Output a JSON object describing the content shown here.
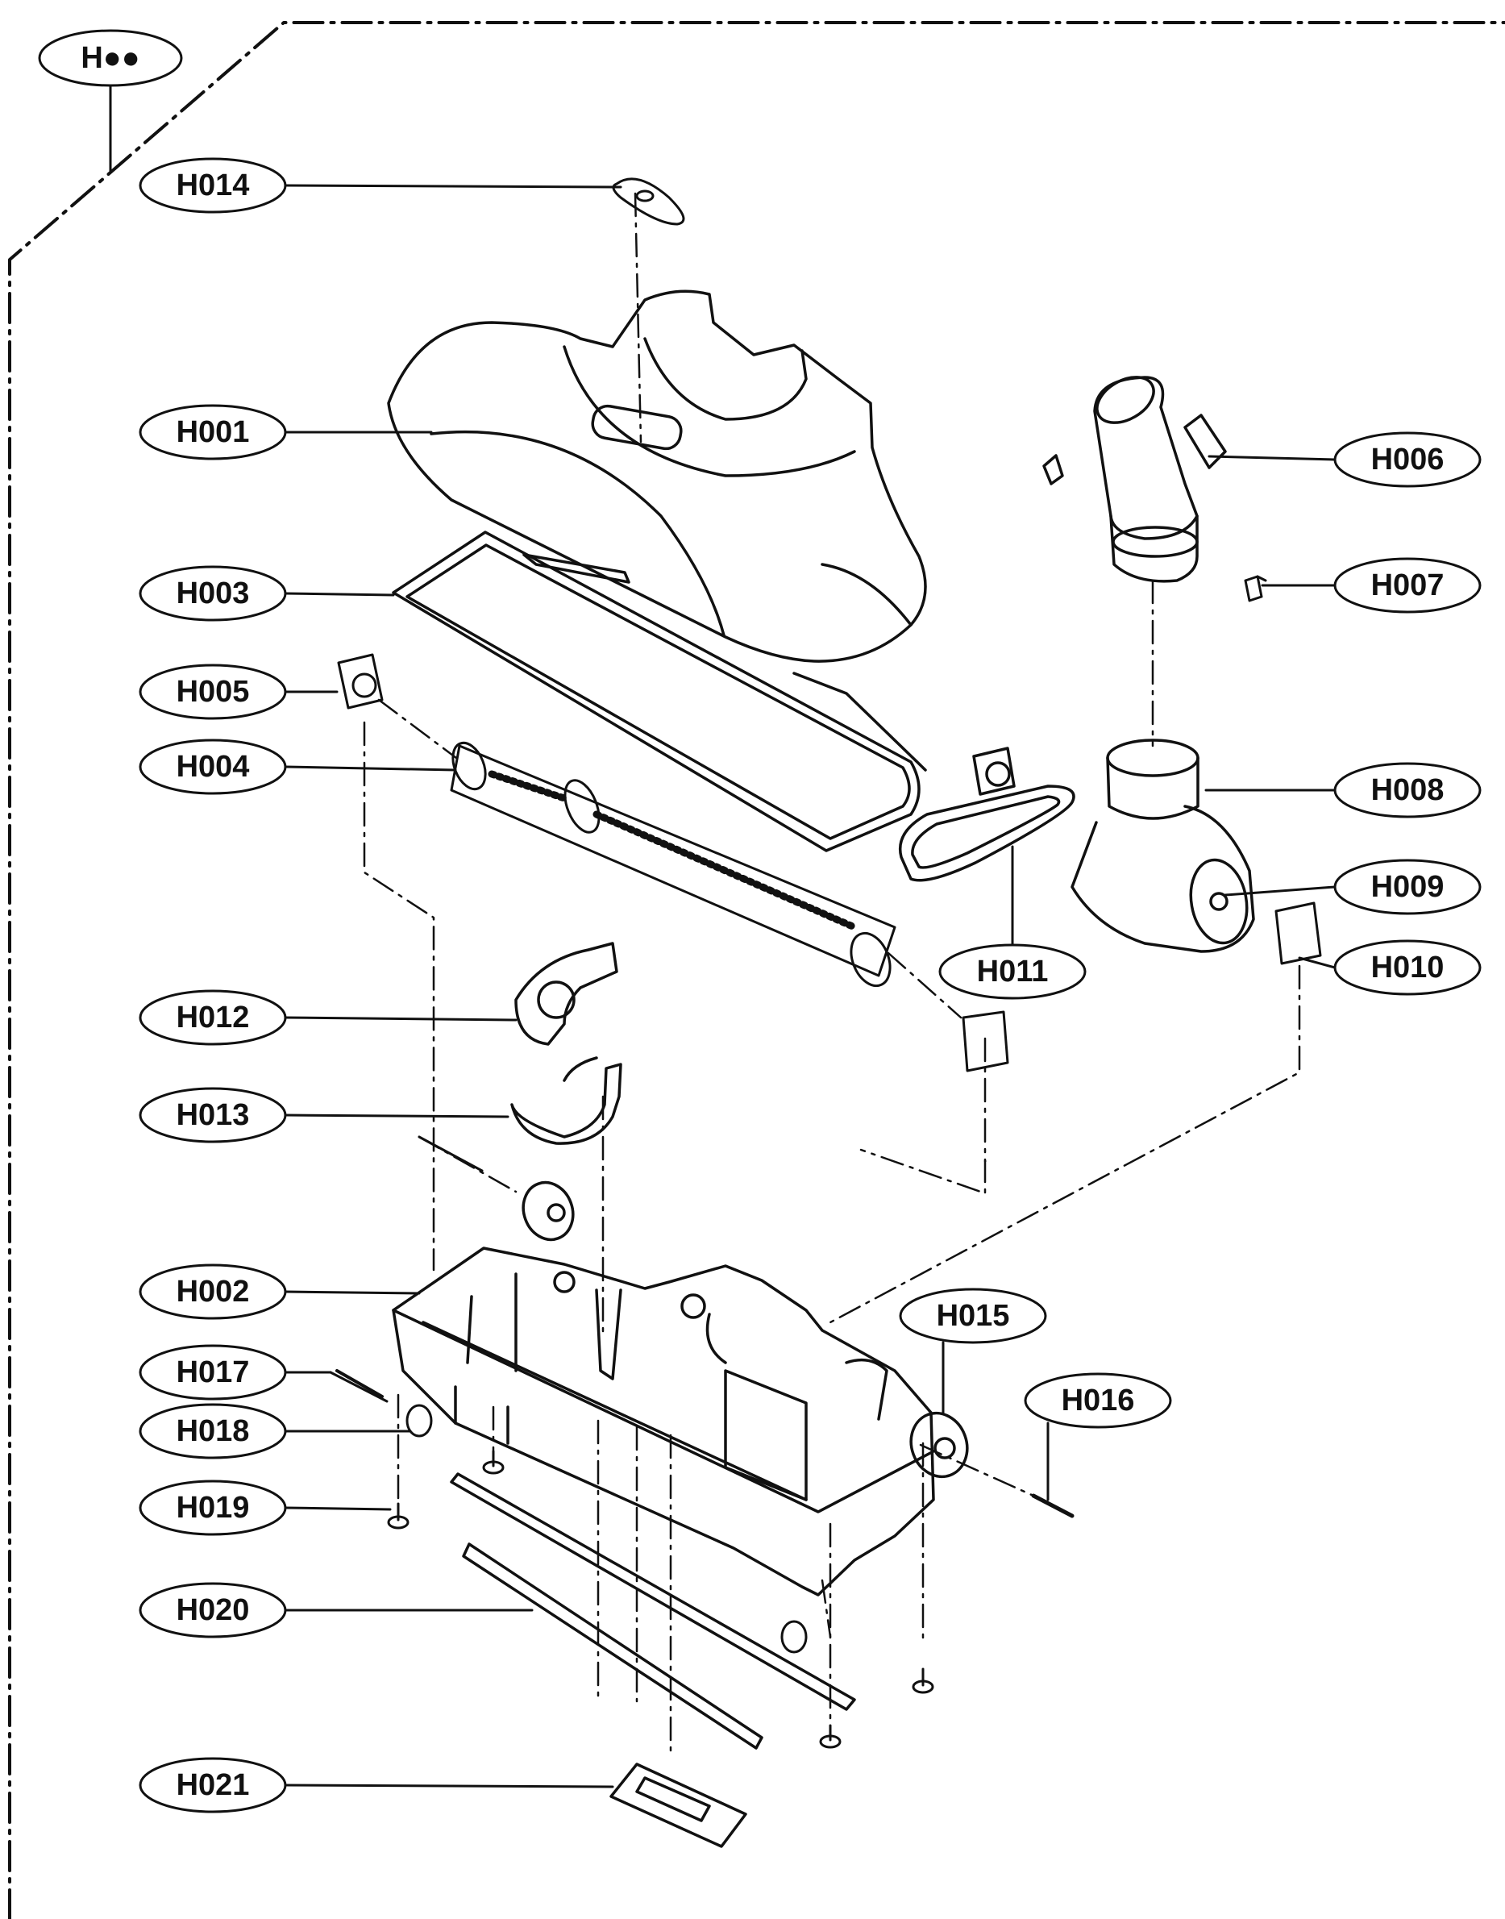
{
  "diagram": {
    "group_label": "H●●",
    "part_labels": {
      "H001": "H001",
      "H002": "H002",
      "H003": "H003",
      "H004": "H004",
      "H005": "H005",
      "H006": "H006",
      "H007": "H007",
      "H008": "H008",
      "H009": "H009",
      "H010": "H010",
      "H011": "H011",
      "H012": "H012",
      "H013": "H013",
      "H014": "H014",
      "H015": "H015",
      "H016": "H016",
      "H017": "H017",
      "H018": "H018",
      "H019": "H019",
      "H020": "H020",
      "H021": "H021"
    }
  }
}
